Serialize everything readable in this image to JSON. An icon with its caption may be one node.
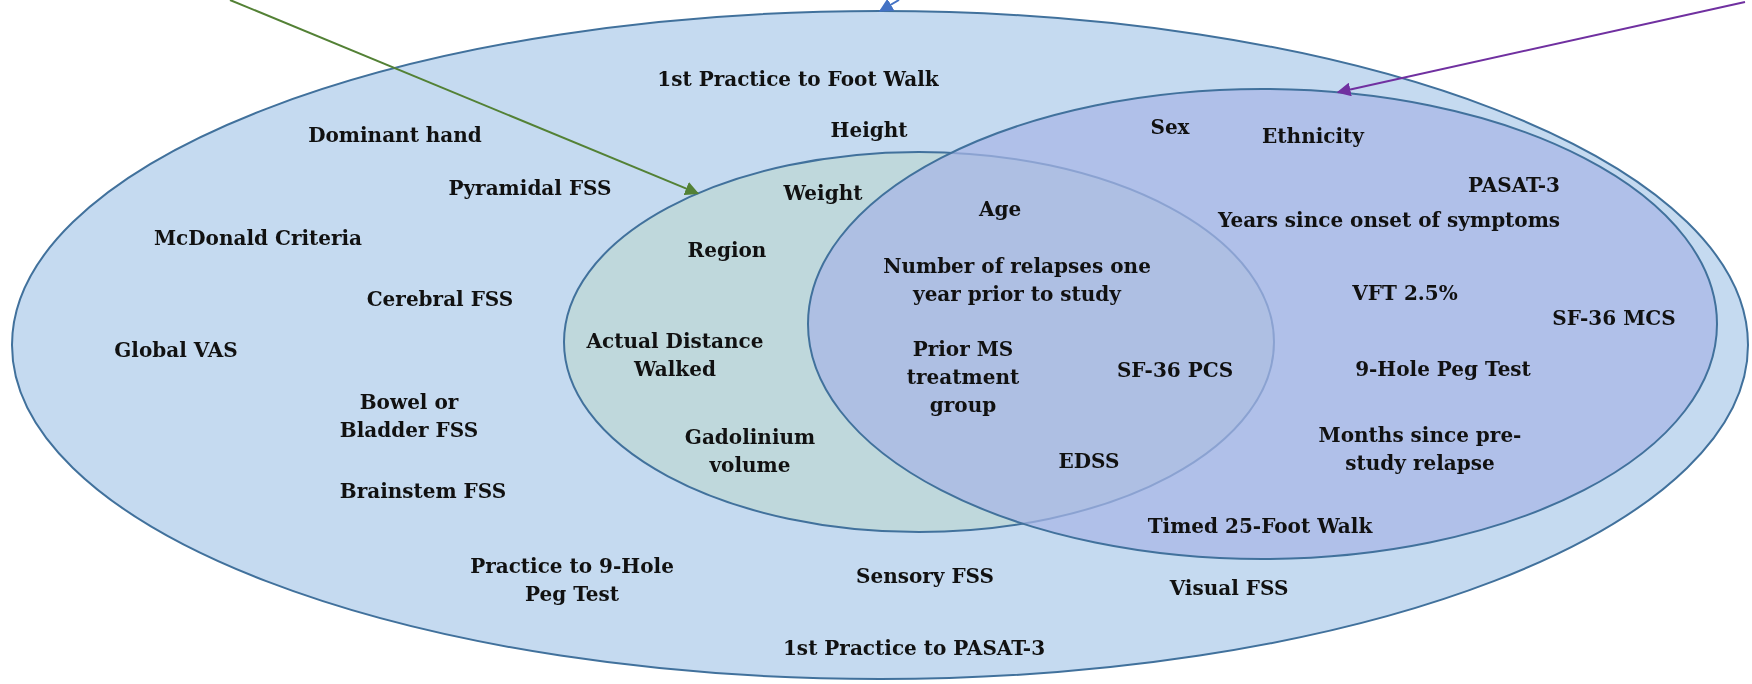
{
  "diagram": {
    "nodes": [
      {
        "text": [],
        "shape": "ellipse"
      },
      {
        "text": [],
        "shape": "ellipse",
        "in": 0
      },
      {
        "text": [],
        "shape": "ellipse",
        "in": 0
      }
    ],
    "edges": [
      {
        "from": null,
        "to": 1,
        "arrow": "to",
        "color": "#538135"
      },
      {
        "from": null,
        "to": 0,
        "arrow": "to",
        "color": "#4472c4"
      },
      {
        "from": null,
        "to": 2,
        "arrow": "to",
        "color": "#7030a0"
      }
    ],
    "labels": [
      "1st Practice to Foot Walk",
      "Dominant hand",
      "Height",
      "Sex",
      "Ethnicity",
      "Pyramidal FSS",
      "Weight",
      "Age",
      "PASAT-3",
      "Years since onset of symptoms",
      "McDonald Criteria",
      "Region",
      "Number of relapses one year prior to study",
      "Cerebral FSS",
      "VFT 2.5%",
      "SF-36 MCS",
      "Global VAS",
      "Actual Distance Walked",
      "Prior MS treatment group",
      "SF-36 PCS",
      "9-Hole Peg Test",
      "Bowel or Bladder FSS",
      "Gadolinium volume",
      "Months since pre-study relapse",
      "EDSS",
      "Brainstem FSS",
      "Timed 25-Foot Walk",
      "Practice to 9-Hole Peg Test",
      "Sensory FSS",
      "Visual FSS",
      "1st Practice to PASAT-3"
    ]
  }
}
